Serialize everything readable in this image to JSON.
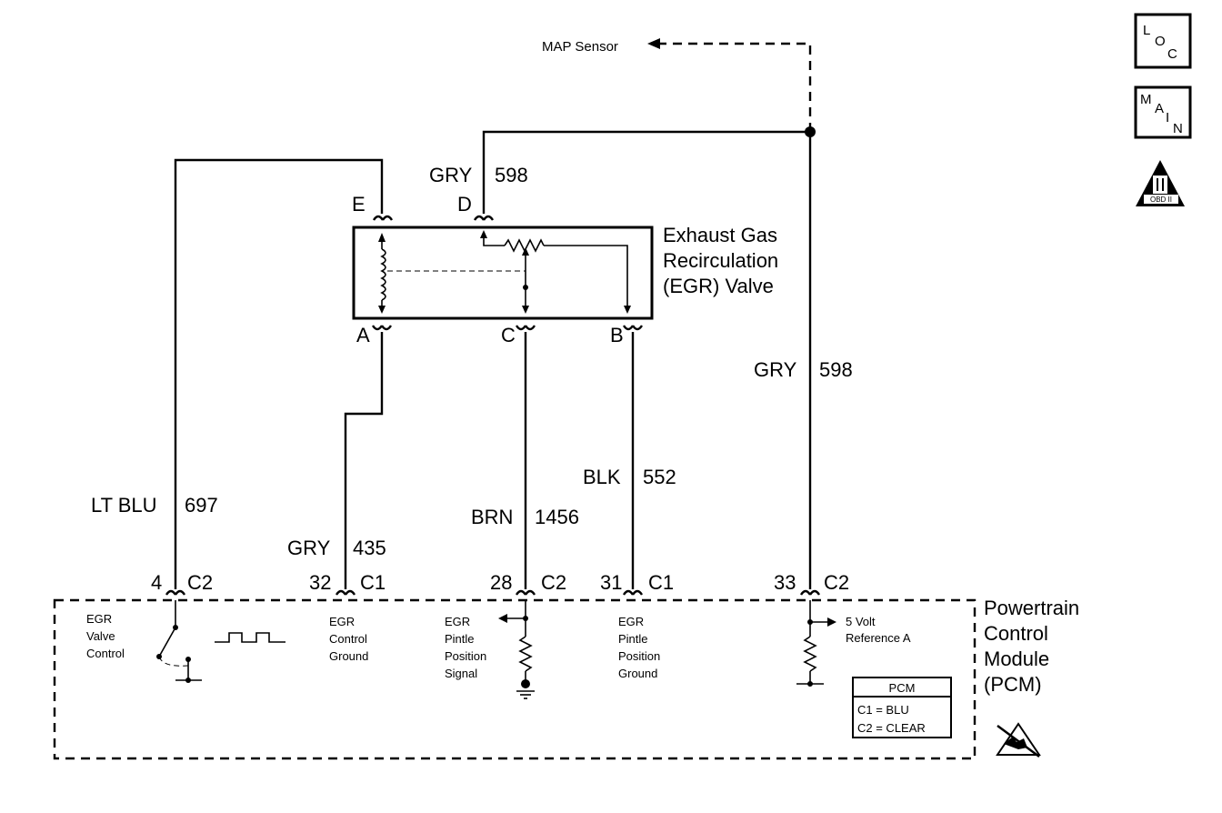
{
  "map_sensor": "MAP Sensor",
  "egr_valve": {
    "line1": "Exhaust Gas",
    "line2": "Recirculation",
    "line3": "(EGR) Valve",
    "pins": {
      "a": "A",
      "b": "B",
      "c": "C",
      "d": "D",
      "e": "E"
    }
  },
  "wires": [
    {
      "color": "LT BLU",
      "circuit": "697"
    },
    {
      "color": "GRY",
      "circuit": "435"
    },
    {
      "color": "BRN",
      "circuit": "1456"
    },
    {
      "color": "BLK",
      "circuit": "552"
    },
    {
      "color": "GRY",
      "circuit": "598"
    },
    {
      "color": "GRY",
      "circuit": "598"
    }
  ],
  "pcm_pins": [
    {
      "pin": "4",
      "conn": "C2"
    },
    {
      "pin": "32",
      "conn": "C1"
    },
    {
      "pin": "28",
      "conn": "C2"
    },
    {
      "pin": "31",
      "conn": "C1"
    },
    {
      "pin": "33",
      "conn": "C2"
    }
  ],
  "pcm_functions": {
    "valve_control": [
      "EGR",
      "Valve",
      "Control"
    ],
    "control_ground": [
      "EGR",
      "Control",
      "Ground"
    ],
    "pintle_signal": [
      "EGR",
      "Pintle",
      "Position",
      "Signal"
    ],
    "pintle_ground": [
      "EGR",
      "Pintle",
      "Position",
      "Ground"
    ],
    "reference": [
      "5 Volt",
      "Reference A"
    ]
  },
  "pcm_title": [
    "Powertrain",
    "Control",
    "Module",
    "(PCM)"
  ],
  "pcm_legend": {
    "header": "PCM",
    "c1": "C1 = BLU",
    "c2": "C2 = CLEAR"
  },
  "icons": {
    "loc": [
      "L",
      "O",
      "C"
    ],
    "main": [
      "M",
      "A",
      "I",
      "N"
    ],
    "obd": "OBD II"
  }
}
